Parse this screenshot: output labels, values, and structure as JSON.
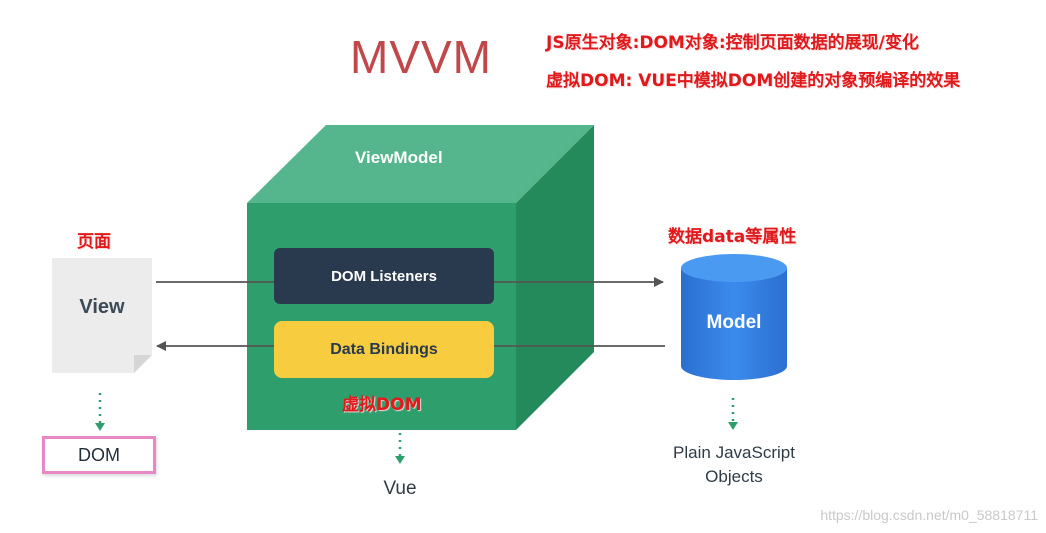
{
  "title": "MVVM",
  "annotations": {
    "js_native": "JS原生对象:DOM对象:控制页面数据的展现/变化",
    "virtual_dom_desc": "虚拟DOM: VUE中模拟DOM创建的对象预编译的效果",
    "page": "页面",
    "data_attrs": "数据data等属性",
    "virtual_dom": "虚拟DOM"
  },
  "view": {
    "label": "View",
    "dom_label": "DOM"
  },
  "viewmodel": {
    "title": "ViewModel",
    "dom_listeners": "DOM Listeners",
    "data_bindings": "Data Bindings",
    "caption": "Vue"
  },
  "model": {
    "label": "Model",
    "caption_line1": "Plain JavaScript",
    "caption_line2": "Objects"
  },
  "watermark": "https://blog.csdn.net/m0_58818711",
  "colors": {
    "title": "#c0474a",
    "annotation": "#e0191c",
    "cube_front": "#2f9e6d",
    "cube_top": "#55b58d",
    "cube_side": "#248a5c",
    "listeners_box": "#2a3a4e",
    "bindings_box": "#f7cc3e",
    "model_blue": "#2f7fe0",
    "dom_border": "#e889c6",
    "arrow": "#555555",
    "dotted_arrow": "#2f9e6d"
  }
}
